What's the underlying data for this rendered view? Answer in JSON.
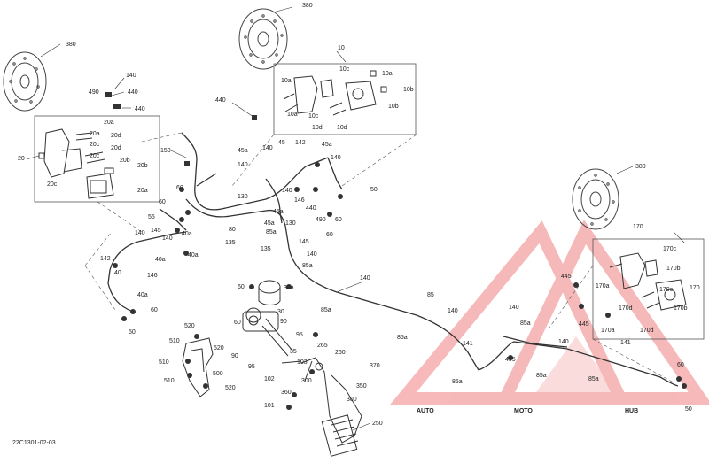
{
  "document_code": "22C1301-02-03",
  "watermark": {
    "part1": "AUTO",
    "part2": "MOTO",
    "part3": "HUB",
    "colors": {
      "auto": "#f2b24a",
      "moto": "#ee6b6b",
      "hub": "#555555",
      "triangle": "#f08080"
    }
  },
  "box_labels": {
    "caliper_rear_left": "20",
    "caliper_top": "10",
    "caliper_right": "170"
  },
  "callouts": {
    "disc_top": "380",
    "disc_left": "380",
    "disc_right": "380",
    "c140_a": "140",
    "c490_a": "490",
    "c440_a": "440",
    "c440_b": "440",
    "c440_c": "440",
    "c20a_1": "20a",
    "c20a_2": "20a",
    "c20c_1": "20c",
    "c20d_1": "20d",
    "c20c_2": "20c",
    "c20d_2": "20d",
    "c20b_1": "20b",
    "c20b_2": "20b",
    "c20c_3": "20c",
    "c20a_3": "20a",
    "c10a_1": "10a",
    "c10c_1": "10c",
    "c10a_2": "10a",
    "c10b_1": "10b",
    "c10a_3": "10a",
    "c10c_2": "10c",
    "c10b_2": "10b",
    "c10d_1": "10d",
    "c10d_2": "10d",
    "c150": "150",
    "c45a_1": "45a",
    "c140_b": "140",
    "c45": "45",
    "c142_a": "142",
    "c45a_2": "45a",
    "c140_c": "140",
    "c140_d": "140",
    "c60_a": "60",
    "c146_a": "146",
    "c440_d": "440",
    "c45a_3": "45a",
    "c130_a": "130",
    "c130_b": "130",
    "c45a_4": "45a",
    "c490_b": "490",
    "c50_a": "50",
    "c60_b": "60",
    "c60_c": "60",
    "c60_d": "60",
    "c55": "55",
    "c145_a": "145",
    "c140_e": "140",
    "c40a_1": "40a",
    "c80": "80",
    "c135_a": "135",
    "c85a_1": "85a",
    "c135_b": "135",
    "c145_b": "145",
    "c140_f": "140",
    "c85a_2": "85a",
    "c40a_2": "40a",
    "c140_g": "140",
    "c40a_3": "40a",
    "c142_b": "142",
    "c40": "40",
    "c146_b": "146",
    "c40a_4": "40a",
    "c60_e": "60",
    "c50_b": "50",
    "c60_f": "60",
    "c30a": "30a",
    "c140_h": "140",
    "c85": "85",
    "c85a_3": "85a",
    "c140_i": "140",
    "c85a_4": "85a",
    "c60_g": "60",
    "c30": "30",
    "c90_a": "90",
    "c95_a": "95",
    "c90_b": "90",
    "c95_b": "95",
    "c35": "35",
    "c103": "103",
    "c265": "265",
    "c260": "260",
    "c370": "370",
    "c102": "102",
    "c300_a": "300",
    "c350": "350",
    "c360": "360",
    "c300_b": "300",
    "c101": "101",
    "c250": "250",
    "c520_a": "520",
    "c510_a": "510",
    "c520_b": "520",
    "c510_b": "510",
    "c500": "500",
    "c510_c": "510",
    "c520_c": "520",
    "c445_a": "445",
    "c170a_1": "170a",
    "c170c_1": "170c",
    "c170b_1": "170b",
    "c170_r": "170",
    "c170c_2": "170c",
    "c170d_1": "170d",
    "c170b_2": "170b",
    "c445_b": "445",
    "c170a_2": "170a",
    "c170d_2": "170d",
    "c140_j": "140",
    "c85a_5": "85a",
    "c140_k": "140",
    "c495": "495",
    "c141_a": "141",
    "c141_b": "141",
    "c85a_6": "85a",
    "c85a_7": "85a",
    "c85a_8": "85a",
    "c60_h": "60",
    "c50_c": "50",
    "c140_l": "140"
  }
}
